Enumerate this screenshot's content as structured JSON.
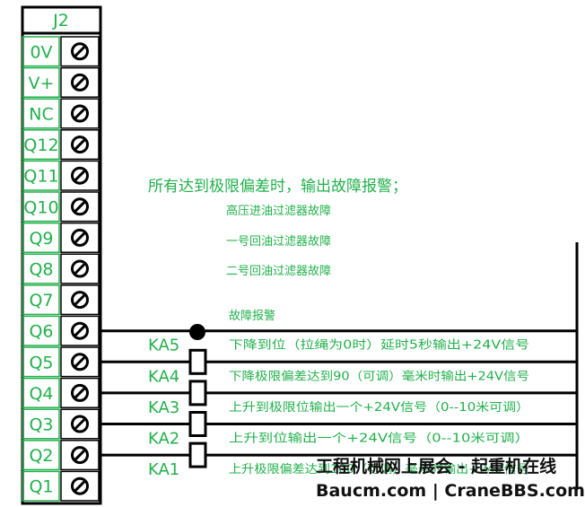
{
  "terminal_block": {
    "title": "J2",
    "terminals": [
      "0V",
      "V+",
      "NC",
      "Q12",
      "Q11",
      "Q10",
      "Q9",
      "Q8",
      "Q7",
      "Q6",
      "Q5",
      "Q4",
      "Q3",
      "Q2",
      "Q1"
    ],
    "screw_icon": "slotted-screw-icon"
  },
  "notes": {
    "heading": "所有达到极限偏差时，输出故障报警；",
    "faults": [
      "高压进油过滤器故障",
      "一号回油过滤器故障",
      "二号回油过滤器故障"
    ],
    "alarm": "故障报警"
  },
  "relays": [
    {
      "name": "KA5",
      "terminal": "Q6",
      "desc": "下降到位（拉绳为0时）延时5秒输出+24V信号"
    },
    {
      "name": "KA4",
      "terminal": "Q5",
      "desc": "下降极限偏差达到90（可调）毫米时输出+24V信号"
    },
    {
      "name": "KA3",
      "terminal": "Q4",
      "desc": "上升到极限位输出一个+24V信号（0--10米可调）"
    },
    {
      "name": "KA2",
      "terminal": "Q3",
      "desc": "上升到位输出一个+24V信号（0--10米可调）"
    },
    {
      "name": "KA1",
      "terminal": "Q2",
      "desc": "上升极限偏差达到100（可调）毫米时输出+24V信号"
    }
  ],
  "watermark": {
    "line1": "工程机械网上展会 - 起重机在线",
    "line2": "Baucm.com | CraneBBS.com"
  },
  "colors": {
    "label_green": "#22b14c",
    "line_black": "#000000"
  }
}
